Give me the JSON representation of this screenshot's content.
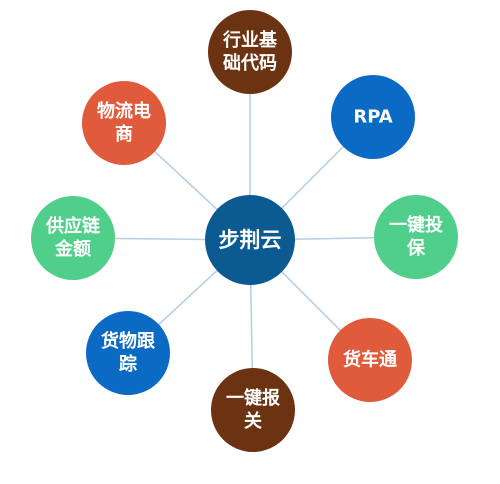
{
  "center": {
    "label": [
      "步荆云"
    ],
    "color": "#0b5a92"
  },
  "satellites": [
    {
      "id": "industry-code",
      "label": [
        "行业基",
        "础代码"
      ],
      "color": "#6b3311"
    },
    {
      "id": "rpa",
      "label": [
        "RPA"
      ],
      "color": "#0b6bc4"
    },
    {
      "id": "one-click-insure",
      "label": [
        "一键投",
        "保"
      ],
      "color": "#4fcf8a"
    },
    {
      "id": "freight-car",
      "label": [
        "货车通"
      ],
      "color": "#e05a3c"
    },
    {
      "id": "one-click-customs",
      "label": [
        "一键报",
        "关"
      ],
      "color": "#6b3311"
    },
    {
      "id": "cargo-tracking",
      "label": [
        "货物跟",
        "踪"
      ],
      "color": "#0b6bc4"
    },
    {
      "id": "supply-chain-finance",
      "label": [
        "供应链",
        "金额"
      ],
      "color": "#4fcf8a"
    },
    {
      "id": "logistics-ecommerce",
      "label": [
        "物流电",
        "商"
      ],
      "color": "#e05a3c"
    }
  ]
}
